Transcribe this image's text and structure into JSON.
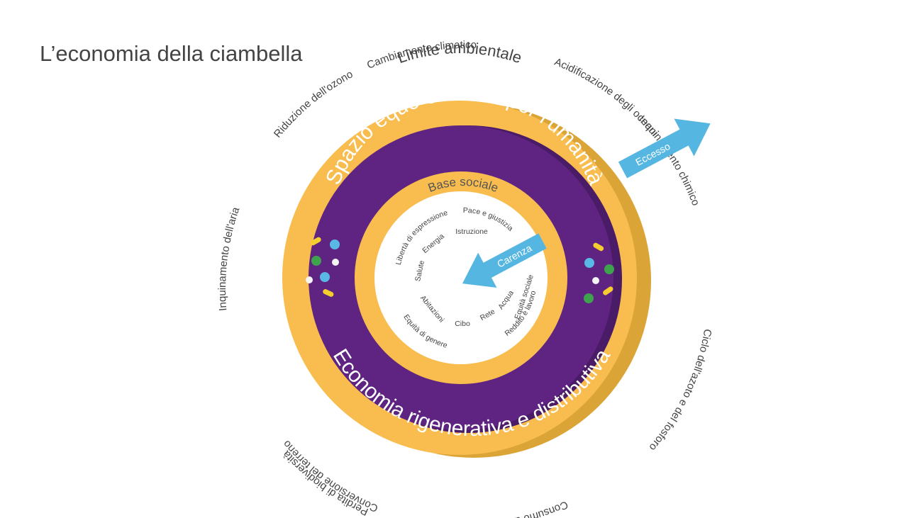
{
  "title": "L’economia della ciambella",
  "colors": {
    "outer_ring": "#f8bd4e",
    "outer_shadow": "#dba436",
    "purple": "#5f2482",
    "purple_dark": "#4a1b66",
    "arrow": "#56b6e2",
    "dot_yellow": "#f6cd2f",
    "dot_green": "#3fa34d",
    "dot_blue": "#5ab8e6",
    "dot_white": "#f4f4f4"
  },
  "diagram": {
    "outer_label": "Limite ambientale",
    "middle_top_label": "Spazio equo e sicuro per l'umanità",
    "middle_bottom_label": "Economia rigenerativa e distributiva",
    "inner_label": "Base sociale",
    "arrow_out_label": "Eccesso",
    "arrow_in_label": "Carenza",
    "ecological_ceiling": [
      "Cambiamento climatico",
      "Acidificazione degli oceani",
      "Inquinamento chimico",
      "Ciclo dell'azoto e del fosforo",
      "Consumo di acqua dolce",
      "Conversione del terreno",
      "Perdita di biodiversità",
      "Inquinamento dell'aria",
      "Riduzione dell'ozono"
    ],
    "social_foundation": [
      "Pace e giustizia",
      "Istruzione",
      "Energia",
      "Salute",
      "Libertà di espressione",
      "Reddito e lavoro",
      "Abitazioni",
      "Cibo",
      "Rete",
      "Acqua",
      "Equità sociale",
      "Equità di genere"
    ]
  }
}
